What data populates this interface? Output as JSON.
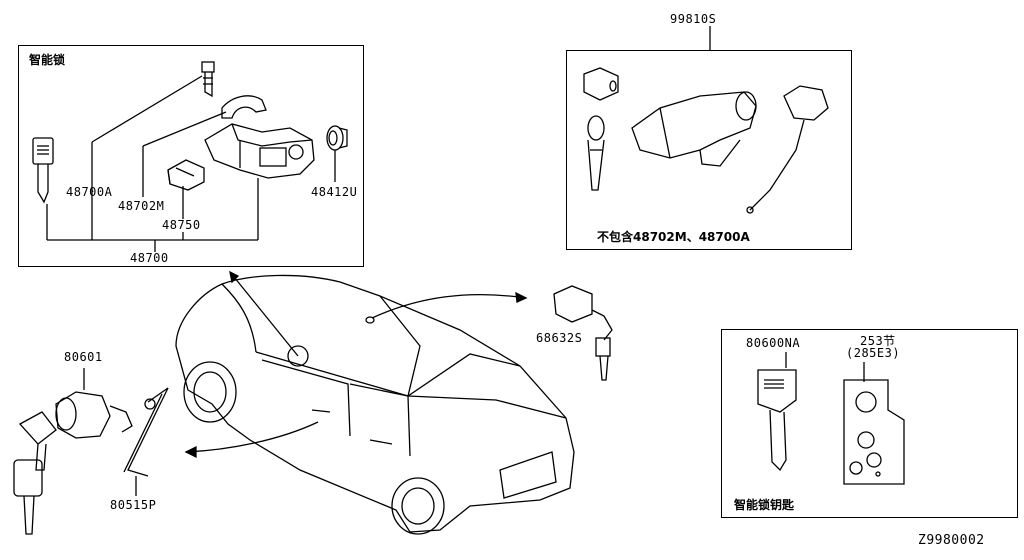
{
  "panels": {
    "smart_lock": {
      "title": "智能锁"
    },
    "kit_99810s": {
      "number": "99810S",
      "note": "不包含48702M、48700A"
    },
    "smart_key": {
      "title": "智能锁钥匙"
    }
  },
  "parts": {
    "p48700A": "48700A",
    "p48702M": "48702M",
    "p48750": "48750",
    "p48412U": "48412U",
    "p48700": "48700",
    "p68632S": "68632S",
    "p80601": "80601",
    "p80515P": "80515P",
    "p80600NA": "80600NA",
    "p253": "253节",
    "p285E3": "(285E3)"
  },
  "diagram_id": "Z9980002"
}
